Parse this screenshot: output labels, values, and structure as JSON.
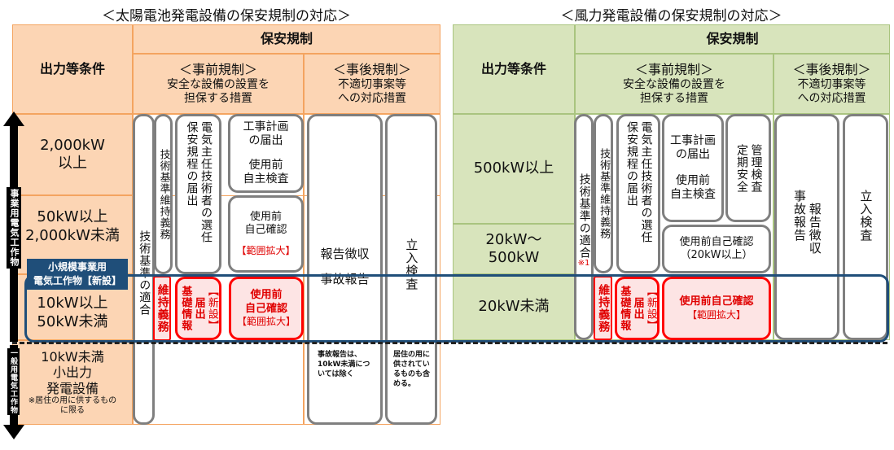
{
  "solar": {
    "title": "＜太陽電池発電設備の保安規制の対応＞",
    "header": {
      "condition": "出力等条件",
      "regulation": "保安規制",
      "pre_title": "＜事前規制＞",
      "pre_desc1": "安全な設備の設置を",
      "pre_desc2": "担保する措置",
      "post_title": "＜事後規制＞",
      "post_desc1": "不適切事案等",
      "post_desc2": "への対応措置"
    },
    "rows": [
      {
        "l1": "2,000kW",
        "l2": "以上"
      },
      {
        "l1": "50kW以上",
        "l2": "2,000kW未満"
      },
      {
        "l1": "10kW以上",
        "l2": "50kW未満"
      },
      {
        "l1": "10kW未満",
        "l2": "小出力",
        "l3": "発電設備",
        "note": "※居住の用に供するもの",
        "note2": "に限る"
      }
    ],
    "boxes": {
      "tech_conform": "技術基準の適合",
      "tech_maintain": "技術基準維持義務",
      "maintain_new": "維持義務",
      "chief_select": "電気主任技術者の選任",
      "rules_notify": "保安規程の届出",
      "basic_info": "基礎情報",
      "notify": "届出",
      "new": "【新設】",
      "construction_plan": "工事計画",
      "construction_plan2": "の届出",
      "pre_use_inspect": "使用前",
      "pre_use_inspect2": "自主検査",
      "self_confirm": "使用前",
      "self_confirm2": "自己確認",
      "expand": "【範囲拡大】",
      "report_collect": "報告徴収",
      "accident_report": "事故報告",
      "onsite_inspect": "立入検査"
    },
    "notes": {
      "accident": "事故報告は、10kW未満については除く",
      "residence": "居住の用に供されているものも含める。"
    }
  },
  "wind": {
    "title": "＜風力発電設備の保安規制の対応＞",
    "header": {
      "condition": "出力等条件",
      "regulation": "保安規制",
      "pre_title": "＜事前規制＞",
      "pre_desc1": "安全な設備の設置を",
      "pre_desc2": "担保する措置",
      "post_title": "＜事後規制＞",
      "post_desc1": "不適切事案等",
      "post_desc2": "への対応措置"
    },
    "rows": [
      {
        "l1": "500kW以上"
      },
      {
        "l1": "20kW～",
        "l2": "500kW"
      },
      {
        "l1": "20kW未満"
      }
    ],
    "boxes": {
      "tech_conform": "技術基準の適合",
      "tech_conform_note": "※1",
      "tech_maintain": "技術基準維持義務",
      "maintain_new": "維持義務",
      "chief_select": "電気主任技術者の選任",
      "rules_notify": "保安規程の届出",
      "basic_info": "基礎情報",
      "notify": "届出",
      "new": "【新設】",
      "construction_plan": "工事計画",
      "construction_plan2": "の届出",
      "pre_use_inspect": "使用前",
      "pre_use_inspect2": "自主検査",
      "periodic": "定期安全",
      "periodic2": "管理検査",
      "self_confirm_20": "使用前自己確認",
      "self_confirm_20b": "（20kW以上）",
      "self_confirm_new": "使用前自己確認",
      "expand": "【範囲拡大】",
      "report_collect": "報告徴収",
      "accident_report": "事故報告",
      "onsite_inspect": "立入検査"
    }
  },
  "side": {
    "business": "事業用電気工作物",
    "general": "一般用電気工作物",
    "small_business1": "小規模事業用",
    "small_business2": "電気工作物【新設】"
  },
  "colors": {
    "solar_fill": "#fcd5b4",
    "wind_fill": "#d8e4bc",
    "new_red": "#ff0000",
    "frame_blue": "#1f4e79"
  }
}
